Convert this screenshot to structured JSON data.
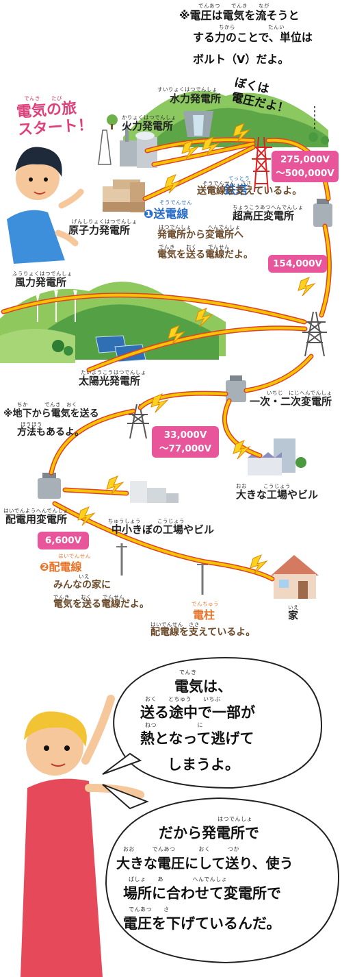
{
  "top_note": {
    "line1": "※電圧は電気を流そうと",
    "line2": "する力のことで、単位は",
    "line3": "ボルト（V）だよ。",
    "ruby1": "でんあつ　　でんき　　なが",
    "ruby2": "ちから　　　　　　たんい"
  },
  "start_banner": {
    "line1": "電気の旅",
    "line2": "スタート！",
    "ruby": "でんき　　たび"
  },
  "speech_top": {
    "line1": "ぼくは",
    "line2": "電圧だよ！",
    "ruby": "でんあつ"
  },
  "plants": {
    "hydro": {
      "label": "水力発電所",
      "ruby": "すいりょくはつでんしょ"
    },
    "thermal": {
      "label": "火力発電所",
      "ruby": "かりょくはつでんしょ"
    },
    "nuclear": {
      "label": "原子力発電所",
      "ruby": "げんしりょくはつでんしょ"
    },
    "wind": {
      "label": "風力発電所",
      "ruby": "ふうりょくはつでんしょ"
    },
    "solar": {
      "label": "太陽光発電所",
      "ruby": "たいようこうはつでんしょ"
    }
  },
  "tower": {
    "label": "鉄塔",
    "ruby": "てっとう",
    "note": "送電線を支えているよ。",
    "note_ruby": "そうでんせん　ささ"
  },
  "transmission": {
    "label": "❶送電線",
    "ruby": "そうでんせん",
    "note1": "発電所から変電所へ",
    "note2": "電気を送る電線だよ。",
    "ruby1": "はつでんしょ　　　へんでんしょ",
    "ruby2": "でんき　　おく　　でんせん"
  },
  "substations": {
    "ultra_high": {
      "label": "超高圧変電所",
      "ruby": "ちょうこうあつへんでんしょ"
    },
    "primary_secondary": {
      "label": "一次・二次変電所",
      "ruby": "いちじ　にじへんでんしょ"
    },
    "distribution": {
      "label": "配電用変電所",
      "ruby": "はいでんようへんでんしょ"
    }
  },
  "voltages": {
    "v1_line1": "275,000V",
    "v1_line2": "～500,000V",
    "v2": "154,000V",
    "v3_line1": "33,000V",
    "v3_line2": "～77,000V",
    "v4": "6,600V"
  },
  "underground_note": {
    "line1": "※地下から電気を送る",
    "line2": "方法もあるよ。",
    "ruby1": "ちか　　　でんき　おく",
    "ruby2": "ほうほう"
  },
  "large_factory": {
    "label": "大きな工場やビル",
    "ruby": "おお　　　こうじょう"
  },
  "small_factory": {
    "label": "中小きぼの工場やビル",
    "ruby": "ちゅうしょう　　　こうじょう"
  },
  "distribution_line": {
    "label": "❷配電線",
    "ruby": "はいでんせん",
    "note1": "みんなの家に",
    "note2": "電気を送る電線だよ。",
    "ruby1": "いえ",
    "ruby2": "でんき　　おく　　でんせん"
  },
  "pole": {
    "label": "電柱",
    "ruby": "でんちゅう",
    "note": "配電線を支えているよ。",
    "note_ruby": "はいでんせん　ささ"
  },
  "house": {
    "label": "家",
    "ruby": "いえ"
  },
  "bubble1": {
    "line1": "電気は、",
    "line2": "送る途中で一部が",
    "line3": "熱となって逃げて",
    "line4": "しまうよ。",
    "ruby1": "でんき",
    "ruby2": "おく　　とちゅう　　いちぶ",
    "ruby3": "ねつ　　　　　　　に"
  },
  "bubble2": {
    "line1": "だから発電所で",
    "line2": "大きな電圧にして送り、使う",
    "line3": "場所に合わせて変電所で",
    "line4": "電圧を下げているんだ。",
    "ruby1": "はつでんしょ",
    "ruby2": "おお　　　でんあつ　　　　おく　　　つか",
    "ruby3": "ばしょ　　あ　　　　　へんでんしょ",
    "ruby4": "でんあつ　　さ"
  },
  "colors": {
    "line": "#f5c400",
    "line_edge": "#e0402a",
    "volt_badge": "#e8559a",
    "blue": "#2a6fc9",
    "orange": "#e8742a"
  }
}
